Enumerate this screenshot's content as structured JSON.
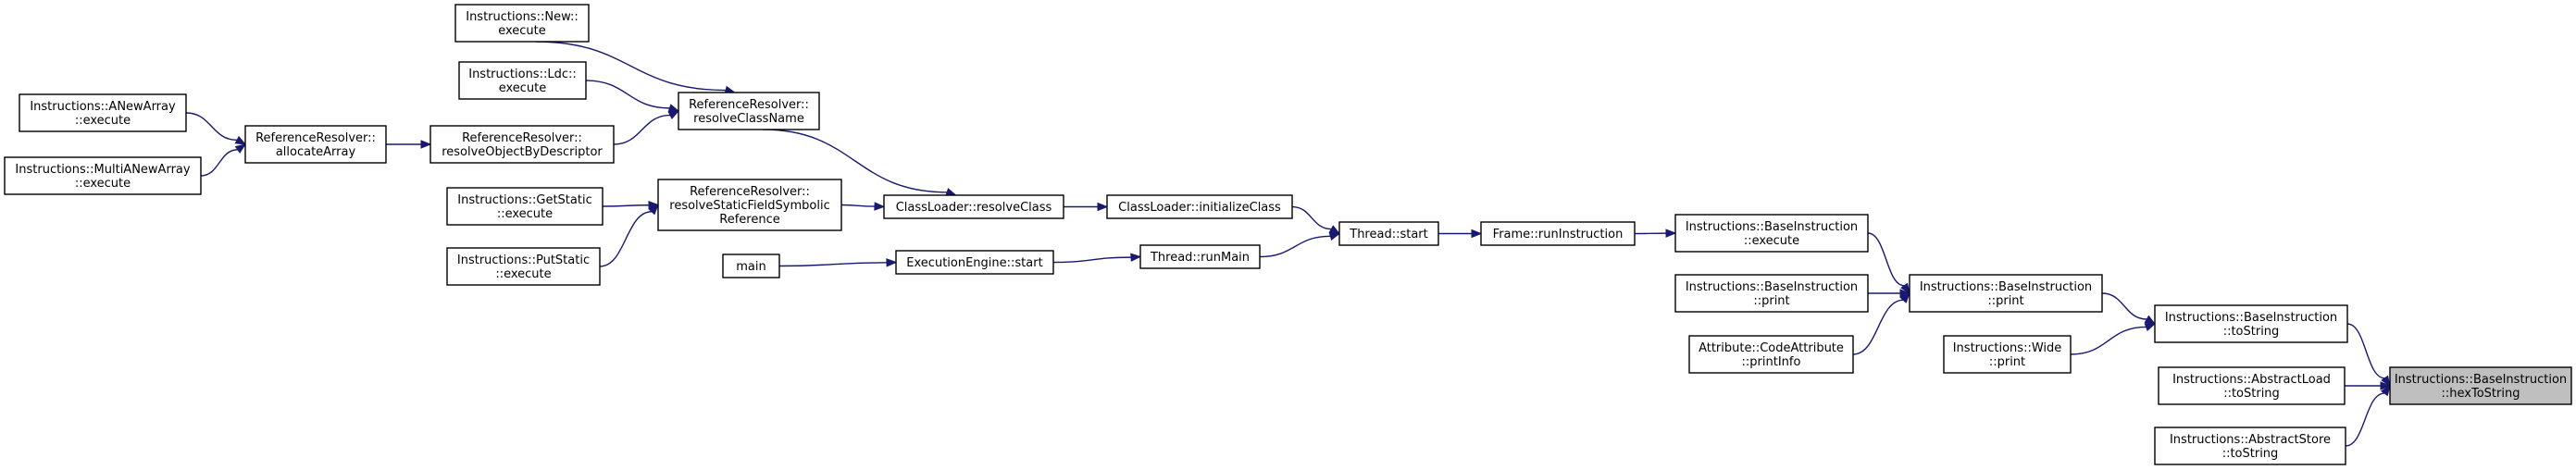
{
  "graph": {
    "nodes": {
      "new_execute": [
        "Instructions::New::",
        "execute"
      ],
      "ldc_execute": [
        "Instructions::Ldc::",
        "execute"
      ],
      "resolve_class_name": [
        "ReferenceResolver::",
        "resolveClassName"
      ],
      "anewarray_execute": [
        "Instructions::ANewArray",
        "::execute"
      ],
      "multianewarray_execute": [
        "Instructions::MultiANewArray",
        "::execute"
      ],
      "allocate_array": [
        "ReferenceResolver::",
        "allocateArray"
      ],
      "resolve_object_by_descriptor": [
        "ReferenceResolver::",
        "resolveObjectByDescriptor"
      ],
      "getstatic_execute": [
        "Instructions::GetStatic",
        "::execute"
      ],
      "putstatic_execute": [
        "Instructions::PutStatic",
        "::execute"
      ],
      "resolve_static_field": [
        "ReferenceResolver::",
        "resolveStaticFieldSymbolic",
        "Reference"
      ],
      "classloader_resolve_class": [
        "ClassLoader::resolveClass"
      ],
      "classloader_initialize_class": [
        "ClassLoader::initializeClass"
      ],
      "main": [
        "main"
      ],
      "execution_engine_start": [
        "ExecutionEngine::start"
      ],
      "thread_run_main": [
        "Thread::runMain"
      ],
      "thread_start": [
        "Thread::start"
      ],
      "frame_run_instruction": [
        "Frame::runInstruction"
      ],
      "base_instruction_execute": [
        "Instructions::BaseInstruction",
        "::execute"
      ],
      "base_instruction_print_caller": [
        "Instructions::BaseInstruction",
        "::print"
      ],
      "code_attribute_print_info": [
        "Attribute::CodeAttribute",
        "::printInfo"
      ],
      "base_instruction_print": [
        "Instructions::BaseInstruction",
        "::print"
      ],
      "wide_print": [
        "Instructions::Wide",
        "::print"
      ],
      "base_instruction_to_string": [
        "Instructions::BaseInstruction",
        "::toString"
      ],
      "abstract_load_to_string": [
        "Instructions::AbstractLoad",
        "::toString"
      ],
      "abstract_store_to_string": [
        "Instructions::AbstractStore",
        "::toString"
      ],
      "hex_to_string": [
        "Instructions::BaseInstruction",
        "::hexToString"
      ]
    },
    "highlighted_node": "hex_to_string",
    "edges": [
      [
        "new_execute",
        "resolve_class_name"
      ],
      [
        "ldc_execute",
        "resolve_class_name"
      ],
      [
        "resolve_object_by_descriptor",
        "resolve_class_name"
      ],
      [
        "anewarray_execute",
        "allocate_array"
      ],
      [
        "multianewarray_execute",
        "allocate_array"
      ],
      [
        "allocate_array",
        "resolve_object_by_descriptor"
      ],
      [
        "getstatic_execute",
        "resolve_static_field"
      ],
      [
        "putstatic_execute",
        "resolve_static_field"
      ],
      [
        "resolve_class_name",
        "classloader_resolve_class"
      ],
      [
        "resolve_static_field",
        "classloader_resolve_class"
      ],
      [
        "classloader_resolve_class",
        "classloader_initialize_class"
      ],
      [
        "main",
        "execution_engine_start"
      ],
      [
        "execution_engine_start",
        "thread_run_main"
      ],
      [
        "classloader_initialize_class",
        "thread_start"
      ],
      [
        "thread_run_main",
        "thread_start"
      ],
      [
        "thread_start",
        "frame_run_instruction"
      ],
      [
        "frame_run_instruction",
        "base_instruction_execute"
      ],
      [
        "base_instruction_execute",
        "base_instruction_print"
      ],
      [
        "base_instruction_print_caller",
        "base_instruction_print"
      ],
      [
        "code_attribute_print_info",
        "base_instruction_print"
      ],
      [
        "base_instruction_print",
        "base_instruction_to_string"
      ],
      [
        "wide_print",
        "base_instruction_to_string"
      ],
      [
        "base_instruction_to_string",
        "hex_to_string"
      ],
      [
        "abstract_load_to_string",
        "hex_to_string"
      ],
      [
        "abstract_store_to_string",
        "hex_to_string"
      ]
    ]
  },
  "colors": {
    "edge": "#191970",
    "node_border": "#000000",
    "highlight_fill": "#bfbfbf",
    "background": "#ffffff"
  }
}
